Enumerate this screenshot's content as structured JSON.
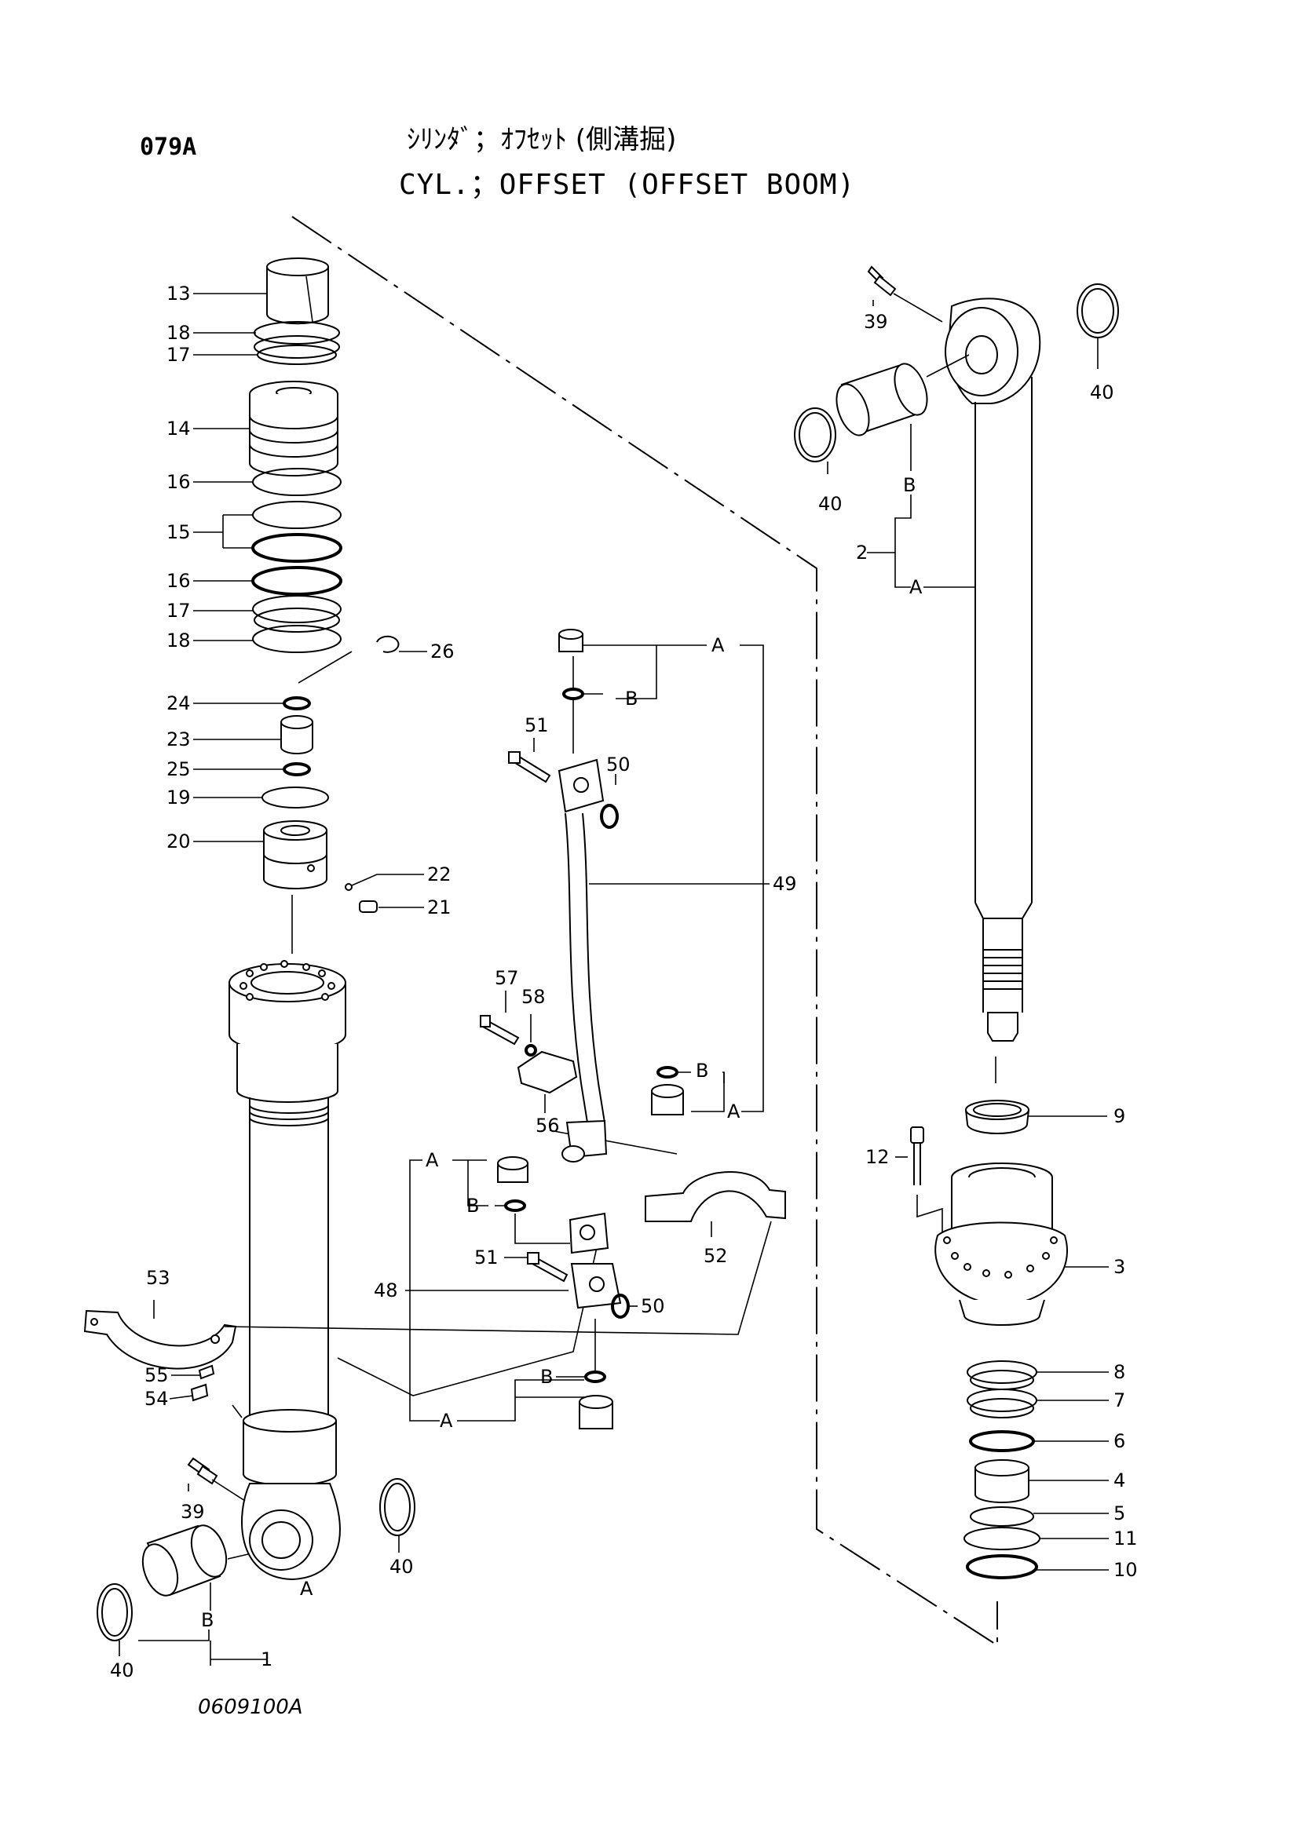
{
  "header": {
    "page_code": "079A",
    "title_jp": "ｼﾘﾝﾀﾞ；ｵﾌｾｯﾄ (側溝掘)",
    "title_en": "CYL.；OFFSET (OFFSET BOOM)"
  },
  "footer": {
    "drawing_number": "0609100A"
  },
  "callouts": {
    "c13": "13",
    "c18a": "18",
    "c17a": "17",
    "c14": "14",
    "c16a": "16",
    "c15": "15",
    "c16b": "16",
    "c17b": "17",
    "c18b": "18",
    "c26": "26",
    "c24": "24",
    "c23": "23",
    "c25": "25",
    "c19": "19",
    "c20": "20",
    "c22": "22",
    "c21": "21",
    "c51a": "51",
    "c50a": "50",
    "c49": "49",
    "c57": "57",
    "c58": "58",
    "c56": "56",
    "c52": "52",
    "c51b": "51",
    "c48": "48",
    "c50b": "50",
    "c53": "53",
    "c55": "55",
    "c54": "54",
    "c39a": "39",
    "c40a": "40",
    "c40b": "40",
    "c1": "1",
    "c39b": "39",
    "c40c": "40",
    "c40d": "40",
    "c2": "2",
    "c9": "9",
    "c12": "12",
    "c3": "3",
    "c8": "8",
    "c7": "7",
    "c6": "6",
    "c4": "4",
    "c5": "5",
    "c11": "11",
    "c10": "10"
  },
  "letters": {
    "l_a1": "A",
    "l_b1": "B",
    "l_a2": "A",
    "l_b2": "B",
    "l_a3": "A",
    "l_b3": "B",
    "l_a4": "A",
    "l_b4": "B",
    "l_a5": "A",
    "l_b5": "B",
    "l_a6": "A",
    "l_b6": "B"
  }
}
